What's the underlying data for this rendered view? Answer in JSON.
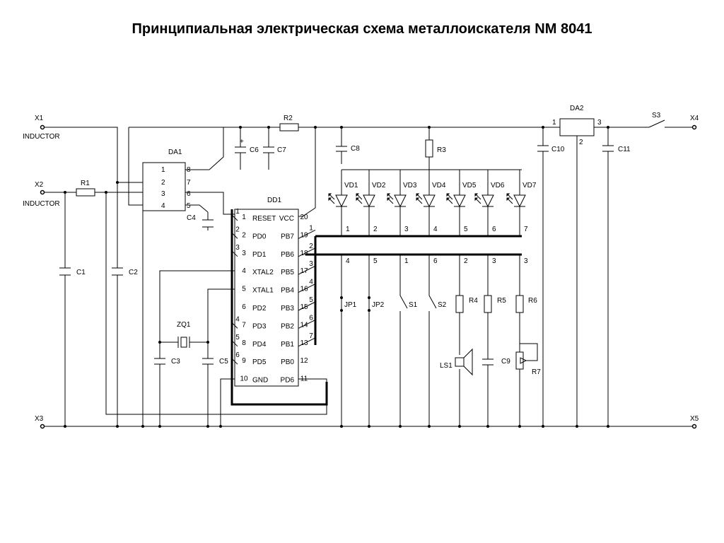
{
  "title": "Принципиальная электрическая схема металлоискателя NM 8041",
  "terminals": {
    "x1": "X1",
    "x2": "X2",
    "x3": "X3",
    "x4": "X4",
    "x5": "X5",
    "inductor1": "INDUCTOR",
    "inductor2": "INDUCTOR"
  },
  "components": {
    "r1": "R1",
    "r2": "R2",
    "r3": "R3",
    "r4": "R4",
    "r5": "R5",
    "r6": "R6",
    "r7": "R7",
    "c1": "C1",
    "c2": "C2",
    "c3": "C3",
    "c4": "C4",
    "c5": "C5",
    "c6": "C6",
    "c7": "C7",
    "c8": "C8",
    "c9": "C9",
    "c10": "C10",
    "c11": "C11",
    "da1": "DA1",
    "da2": "DA2",
    "dd1": "DD1",
    "zq1": "ZQ1",
    "ls1": "LS1",
    "s1": "S1",
    "s2": "S2",
    "s3": "S3",
    "jp1": "JP1",
    "jp2": "JP2",
    "plus": "+"
  },
  "leds": [
    "VD1",
    "VD2",
    "VD3",
    "VD4",
    "VD5",
    "VD6",
    "VD7"
  ],
  "led_numbers": [
    "1",
    "2",
    "3",
    "4",
    "5",
    "6",
    "7"
  ],
  "bottom_numbers": [
    "4",
    "5",
    "1",
    "6",
    "2",
    "3",
    "3"
  ],
  "da1_pins": [
    "1",
    "2",
    "3",
    "4",
    "8",
    "7",
    "6",
    "5"
  ],
  "da2_pins": [
    "1",
    "2",
    "3"
  ],
  "dd1_left": [
    {
      "num": "1",
      "name": "RESET",
      "wire": "1"
    },
    {
      "num": "2",
      "name": "PD0",
      "wire": "2"
    },
    {
      "num": "3",
      "name": "PD1",
      "wire": "3"
    },
    {
      "num": "4",
      "name": "XTAL2",
      "wire": ""
    },
    {
      "num": "5",
      "name": "XTAL1",
      "wire": ""
    },
    {
      "num": "6",
      "name": "PD2",
      "wire": ""
    },
    {
      "num": "7",
      "name": "PD3",
      "wire": "4"
    },
    {
      "num": "8",
      "name": "PD4",
      "wire": "5"
    },
    {
      "num": "9",
      "name": "PD5",
      "wire": "6"
    },
    {
      "num": "10",
      "name": "GND",
      "wire": ""
    }
  ],
  "dd1_right": [
    {
      "num": "20",
      "name": "VCC",
      "wire": ""
    },
    {
      "num": "19",
      "name": "PB7",
      "wire": "1"
    },
    {
      "num": "18",
      "name": "PB6",
      "wire": "2"
    },
    {
      "num": "17",
      "name": "PB5",
      "wire": "3"
    },
    {
      "num": "16",
      "name": "PB4",
      "wire": "4"
    },
    {
      "num": "15",
      "name": "PB3",
      "wire": "5"
    },
    {
      "num": "14",
      "name": "PB2",
      "wire": "6"
    },
    {
      "num": "13",
      "name": "PB1",
      "wire": "7"
    },
    {
      "num": "12",
      "name": "PB0",
      "wire": ""
    },
    {
      "num": "11",
      "name": "PD6",
      "wire": ""
    }
  ]
}
